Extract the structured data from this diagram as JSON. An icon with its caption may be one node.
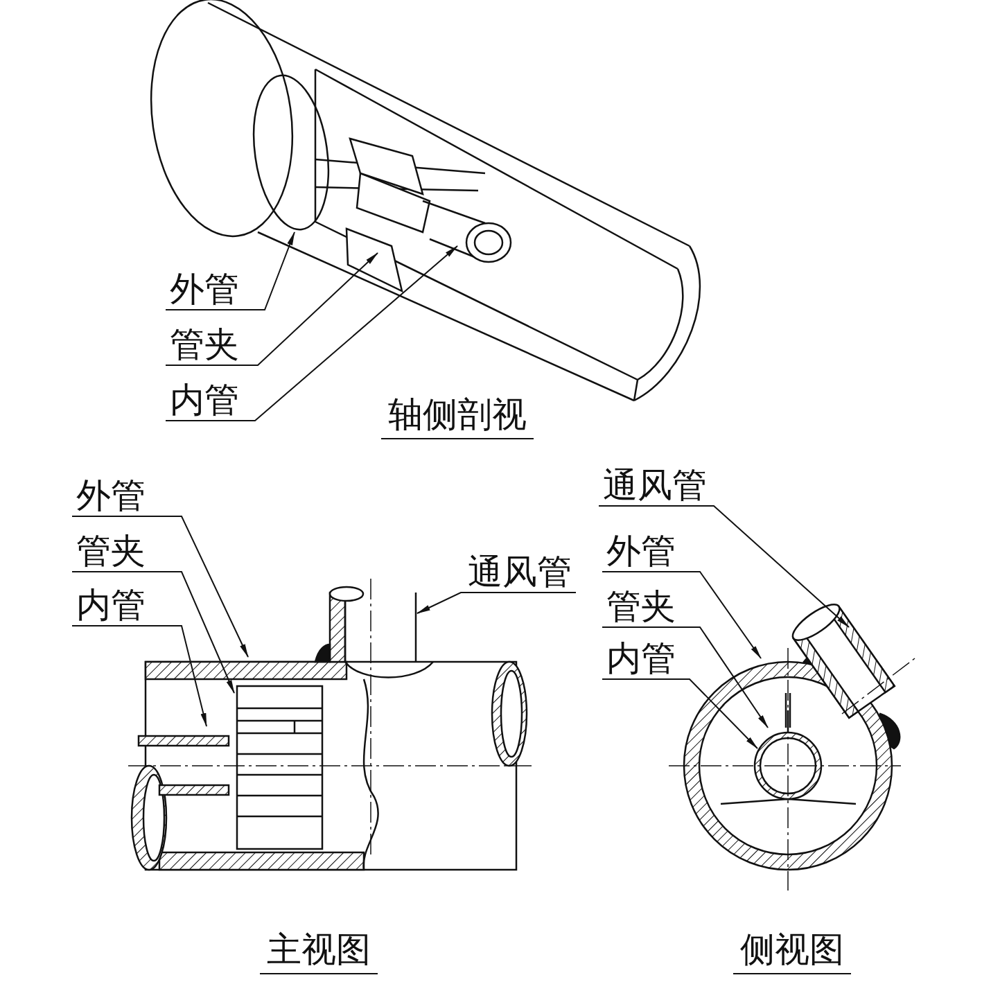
{
  "diagram": {
    "nodes": [
      {
        "text": [
          "外管"
        ]
      },
      {
        "text": [
          "管夹"
        ]
      },
      {
        "text": [
          "内管"
        ]
      },
      {
        "text": [
          "外管"
        ]
      },
      {
        "text": [
          "管夹"
        ]
      },
      {
        "text": [
          "内管"
        ]
      },
      {
        "text": [
          "通风管"
        ]
      },
      {
        "text": [
          "通风管"
        ]
      },
      {
        "text": [
          "外管"
        ]
      },
      {
        "text": [
          "管夹"
        ]
      },
      {
        "text": [
          "内管"
        ]
      }
    ],
    "edges": [
      {
        "from": 0,
        "to": null,
        "arrow": "to"
      },
      {
        "from": 1,
        "to": null,
        "arrow": "to"
      },
      {
        "from": 2,
        "to": null,
        "arrow": "to"
      },
      {
        "from": 3,
        "to": null,
        "arrow": "to"
      },
      {
        "from": 4,
        "to": null,
        "arrow": "to"
      },
      {
        "from": 5,
        "to": null,
        "arrow": "to"
      },
      {
        "from": 6,
        "to": null,
        "arrow": "to"
      },
      {
        "from": 7,
        "to": null,
        "arrow": "to"
      },
      {
        "from": 8,
        "to": null,
        "arrow": "to"
      },
      {
        "from": 9,
        "to": null,
        "arrow": "to"
      },
      {
        "from": 10,
        "to": null,
        "arrow": "to"
      }
    ],
    "labels": [
      "轴侧剖视",
      "主视图",
      "侧视图"
    ]
  }
}
